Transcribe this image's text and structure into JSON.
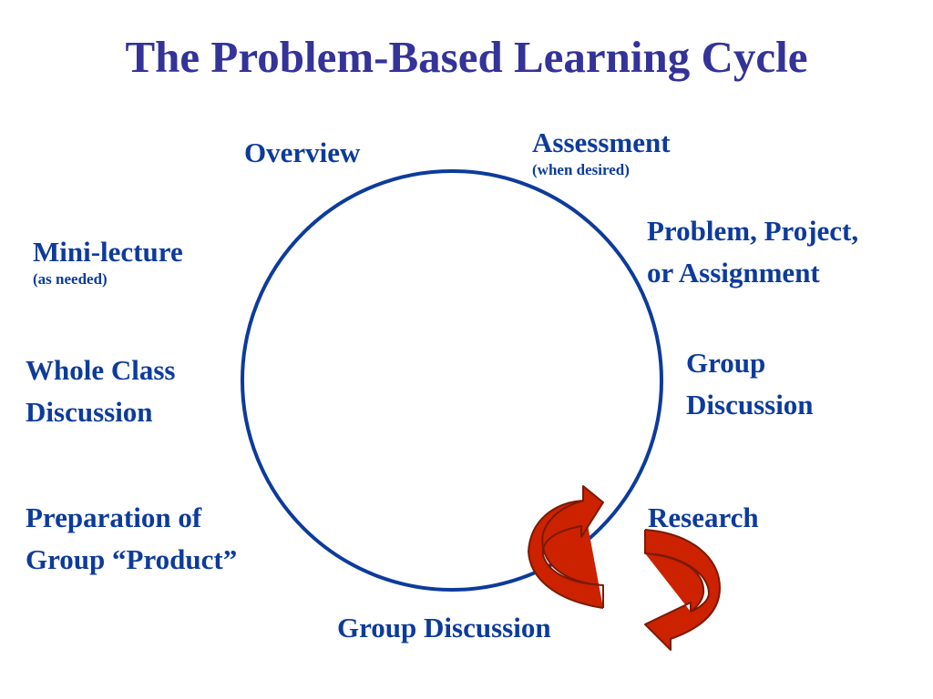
{
  "title": "The Problem-Based Learning Cycle",
  "colors": {
    "title": "#333399",
    "label": "#0d3b9c",
    "circle": "#0d3b9c",
    "arrow_fill": "#cc2200",
    "arrow_stroke": "#7a1a05"
  },
  "stages": {
    "overview": "Overview",
    "assessment": "Assessment",
    "assessment_note": "(when desired)",
    "problem_line1": "Problem, Project,",
    "problem_line2": "or Assignment",
    "group_discussion_right_line1": "Group",
    "group_discussion_right_line2": "Discussion",
    "research": "Research",
    "group_discussion_bottom": "Group Discussion",
    "preparation_line1": "Preparation of",
    "preparation_line2": "Group “Product”",
    "whole_class_line1": "Whole Class",
    "whole_class_line2": "Discussion",
    "mini_lecture": "Mini-lecture",
    "mini_lecture_note": "(as needed)"
  },
  "icons": [
    "cycle-circle",
    "curved-arrow-up-icon",
    "curved-arrow-down-icon"
  ]
}
